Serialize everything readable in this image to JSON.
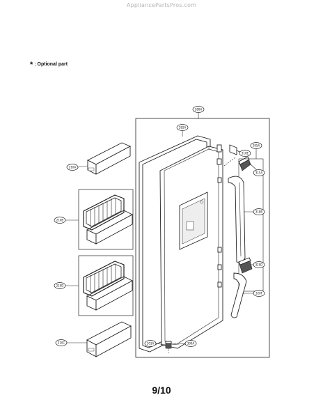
{
  "watermark": "AppliancePartsPros.com",
  "note": {
    "symbol": "*",
    "text": ": Optional part"
  },
  "page_number": "9/10",
  "callouts": {
    "door_assembly": "280A",
    "gasket": "282A",
    "hinge_cover_top": "315A",
    "cap_upper": "295A",
    "hinge_small": "310E",
    "handle": "318B",
    "cap_lower": "320D",
    "handle_lower": "320F",
    "hinge_bottom": "301A",
    "bracket_bottom": "300A",
    "bin_top": "210A",
    "bin_middle_frame": "210B",
    "bin_lower_frame": "210D",
    "bin_bottom": "210C"
  }
}
